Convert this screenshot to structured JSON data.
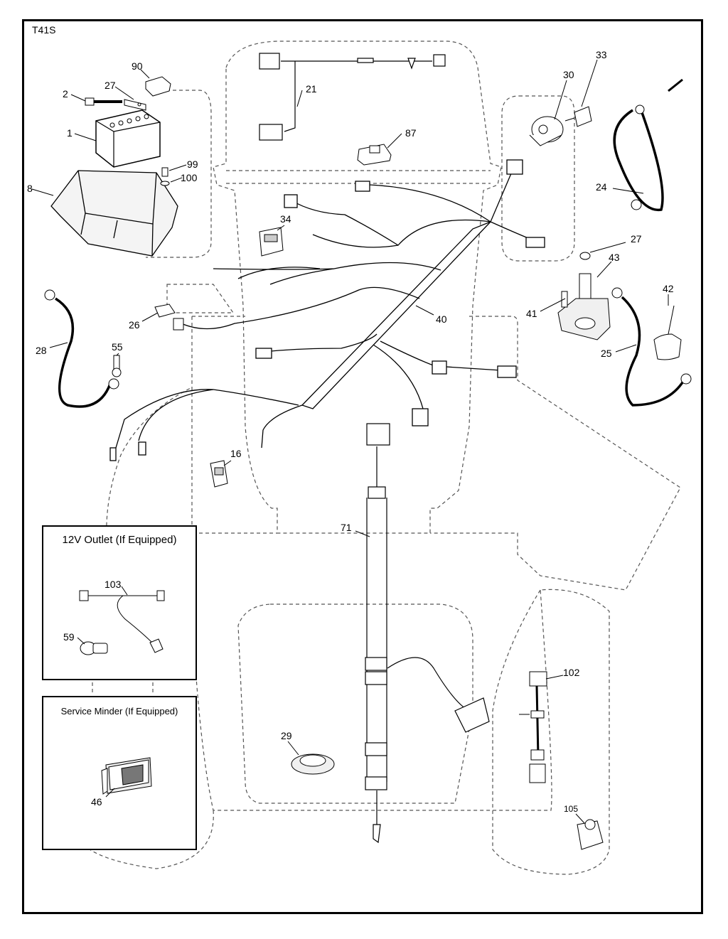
{
  "title": "T41S",
  "callouts": {
    "c90": "90",
    "c2": "2",
    "c27a": "27",
    "c1": "1",
    "c99": "99",
    "c100": "100",
    "c8": "8",
    "c21": "21",
    "c87": "87",
    "c30": "30",
    "c33": "33",
    "c24": "24",
    "c34": "34",
    "c27b": "27",
    "c43": "43",
    "c41": "41",
    "c42": "42",
    "c40": "40",
    "c26": "26",
    "c28": "28",
    "c55": "55",
    "c25": "25",
    "c16": "16",
    "c71": "71",
    "c103": "103",
    "c59": "59",
    "c102": "102",
    "c29": "29",
    "c46": "46",
    "c105": "105"
  },
  "insets": {
    "outlet_title": "12V Outlet (If Equipped)",
    "minder_title": "Service Minder (If Equipped)"
  },
  "colors": {
    "line": "#000000",
    "dashed_outline": "#555555",
    "part_fill": "#e6e6e6",
    "background": "#ffffff"
  }
}
